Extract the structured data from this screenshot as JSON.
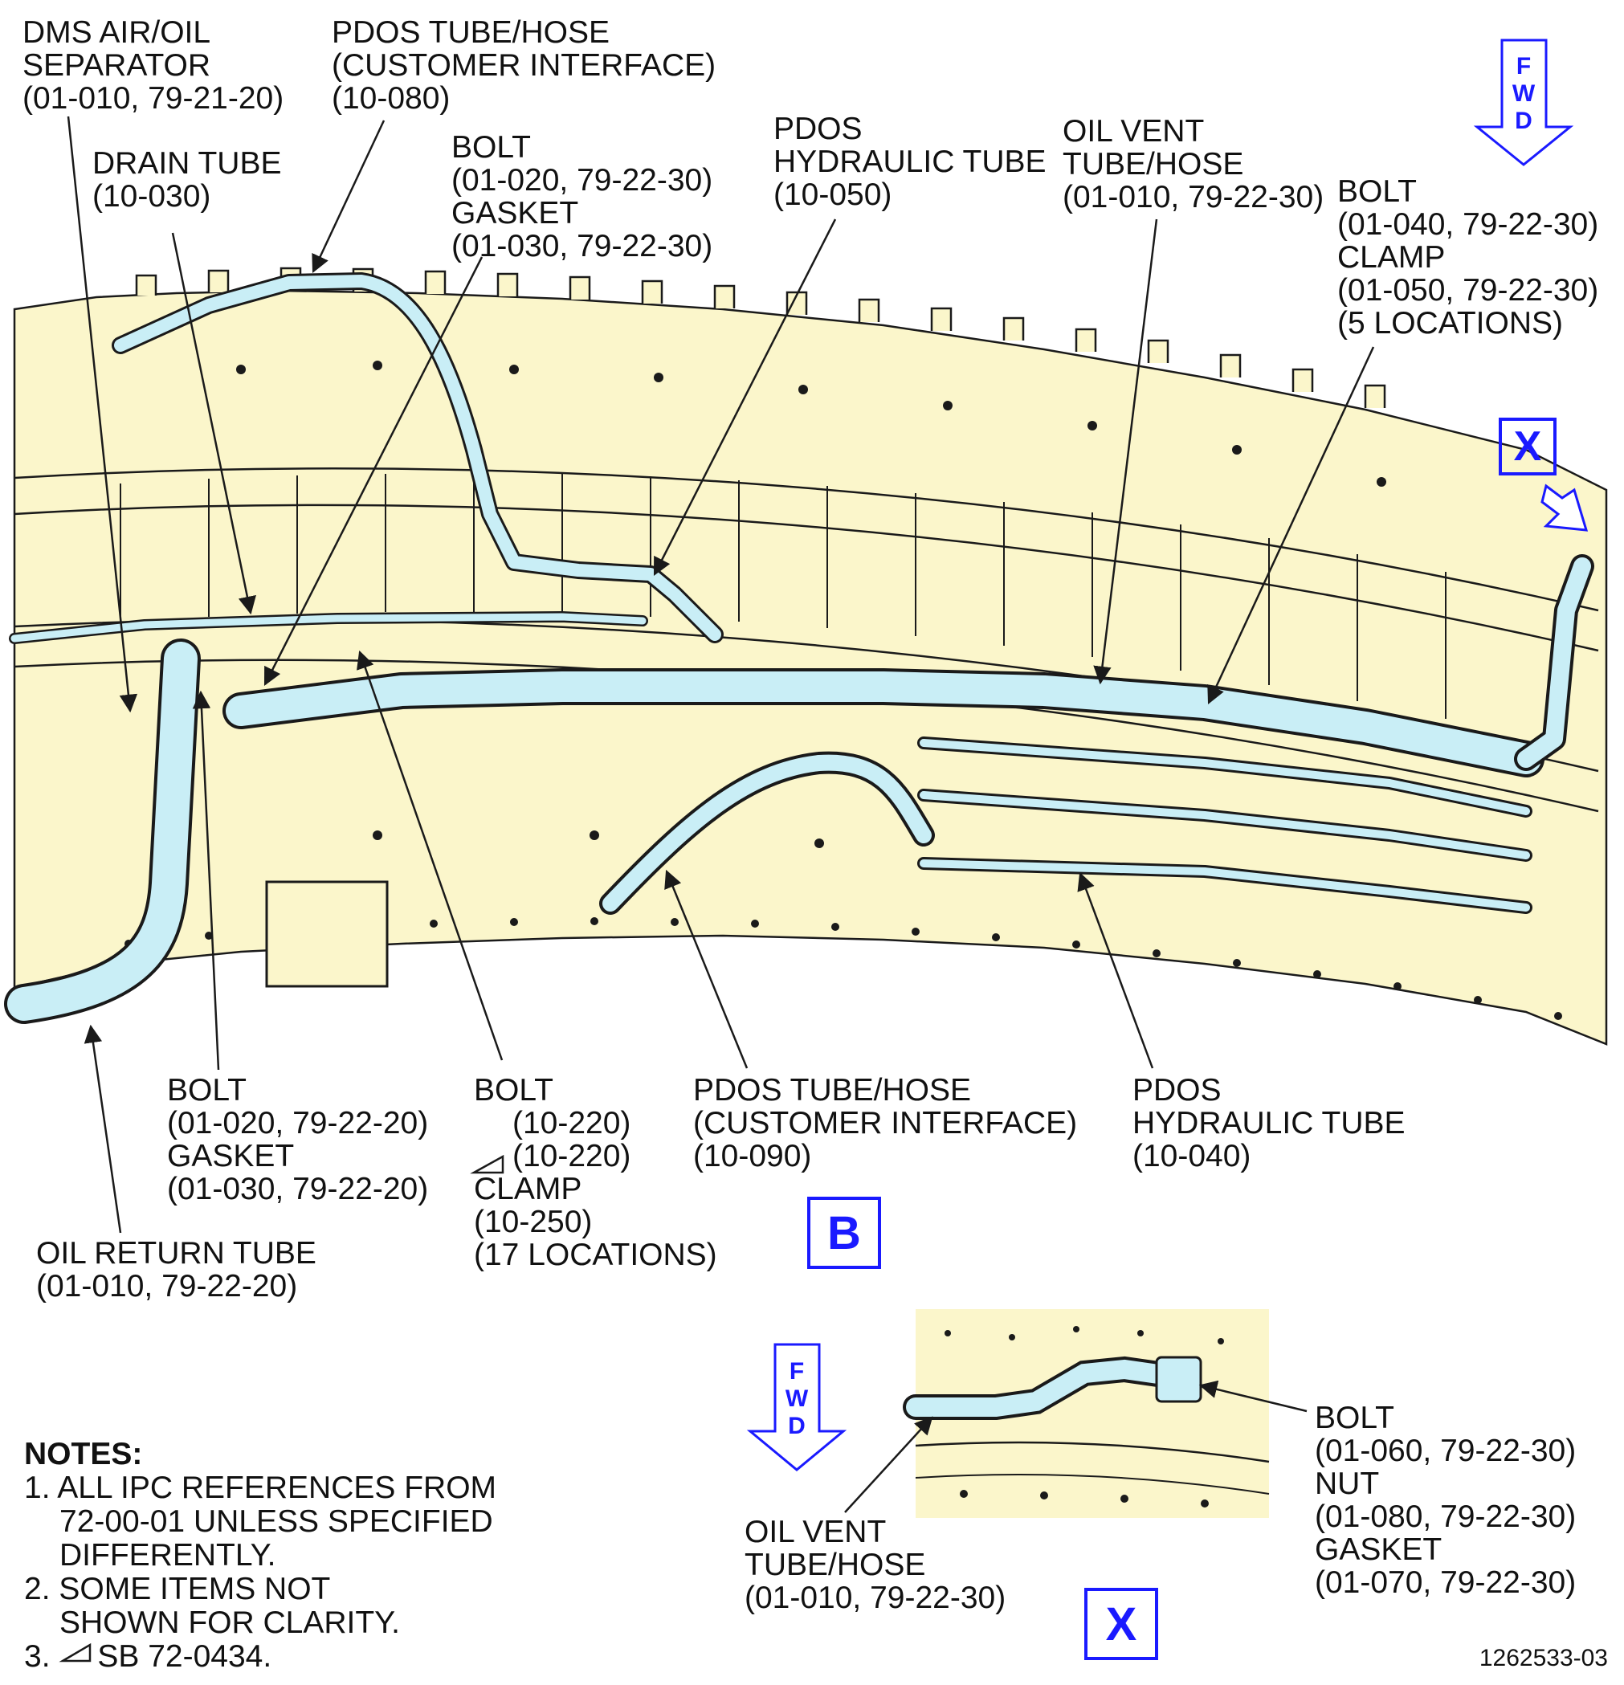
{
  "colors": {
    "background_area": "#fbf6cb",
    "tube_fill": "#c9eef6",
    "line": "#1a1a1a",
    "view_marker": "#1a1aff"
  },
  "fwd_arrow_letters": [
    "F",
    "W",
    "D"
  ],
  "view_main": {
    "marker": "B"
  },
  "view_detail": {
    "marker": "X"
  },
  "view_callout": {
    "marker": "X"
  },
  "labels": {
    "dms_separator": [
      "DMS AIR/OIL",
      "SEPARATOR",
      "(01-010, 79-21-20)"
    ],
    "pdos_tube_080": [
      "PDOS TUBE/HOSE",
      "(CUSTOMER INTERFACE)",
      "(10-080)"
    ],
    "drain_tube": [
      "DRAIN TUBE",
      "(10-030)"
    ],
    "bolt_gasket_79_22_30": [
      "BOLT",
      "(01-020, 79-22-30)",
      "GASKET",
      "(01-030, 79-22-30)"
    ],
    "pdos_hydraulic_050": [
      "PDOS",
      "HYDRAULIC TUBE",
      "(10-050)"
    ],
    "oil_vent_top": [
      "OIL VENT",
      "TUBE/HOSE",
      "(01-010, 79-22-30)"
    ],
    "bolt_clamp_5loc": [
      "BOLT",
      "(01-040, 79-22-30)",
      "CLAMP",
      "(01-050, 79-22-30)",
      "(5 LOCATIONS)"
    ],
    "bolt_gasket_79_22_20": [
      "BOLT",
      "(01-020, 79-22-20)",
      "GASKET",
      "(01-030, 79-22-20)"
    ],
    "bolt_clamp_17loc": [
      "BOLT",
      "(10-220)",
      "(10-220)",
      "CLAMP",
      "(10-250)",
      "(17 LOCATIONS)"
    ],
    "pdos_tube_090": [
      "PDOS TUBE/HOSE",
      "(CUSTOMER INTERFACE)",
      "(10-090)"
    ],
    "pdos_hydraulic_040": [
      "PDOS",
      "HYDRAULIC TUBE",
      "(10-040)"
    ],
    "oil_return": [
      "OIL RETURN TUBE",
      "(01-010, 79-22-20)"
    ],
    "oil_vent_detail": [
      "OIL VENT",
      "TUBE/HOSE",
      "(01-010, 79-22-30)"
    ],
    "bolt_nut_gasket_detail": [
      "BOLT",
      "(01-060, 79-22-30)",
      "NUT",
      "(01-080, 79-22-30)",
      "GASKET",
      "(01-070, 79-22-30)"
    ]
  },
  "notes": {
    "title": "NOTES:",
    "items": [
      [
        "1. ALL IPC REFERENCES FROM",
        "72-00-01 UNLESS SPECIFIED",
        "DIFFERENTLY."
      ],
      [
        "2. SOME ITEMS NOT",
        "SHOWN FOR CLARITY."
      ],
      [
        "3. ",
        "SB 72-0434."
      ]
    ]
  },
  "figure_number": "1262533-03"
}
